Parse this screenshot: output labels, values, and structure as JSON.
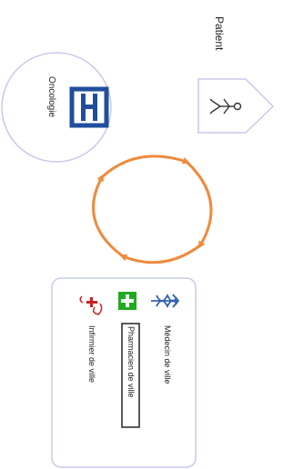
{
  "diagram": {
    "patient_label": "Patient",
    "oncology_label": "Oncologie",
    "legend": {
      "doctor": "Médecin de ville",
      "pharmacist": "Pharmacien de ville",
      "nurse": "Infirmier de ville"
    }
  },
  "colors": {
    "circle_stroke": "#c8cbe8",
    "hospital_blue": "#1f4e9c",
    "cycle_orange": "#f08a3c",
    "legend_border": "#c8cbe8",
    "doctor_icon": "#3060b0",
    "pharmacy_green": "#22aa22",
    "nurse_red": "#cc2222",
    "pentagon_stroke": "#c8cbe8"
  },
  "icons": {
    "hospital": "hospital-h-icon",
    "patient": "person-figure-icon",
    "doctor": "caduceus-icon",
    "pharmacist": "pharmacy-cross-icon",
    "nurse": "nurse-cross-icon"
  }
}
